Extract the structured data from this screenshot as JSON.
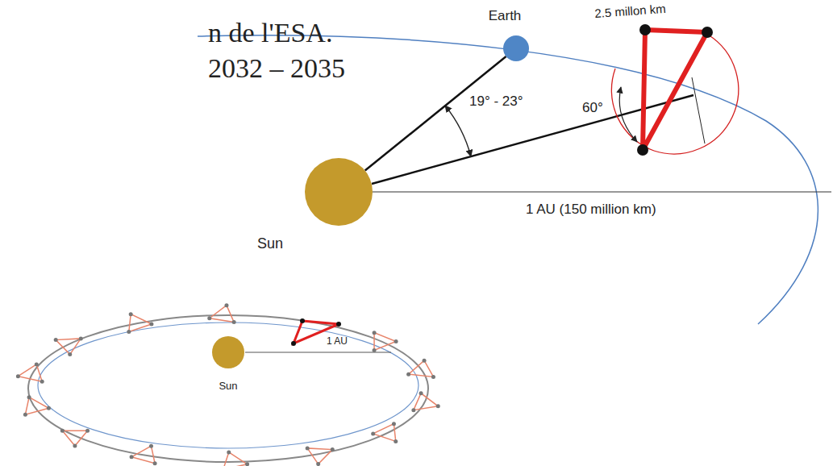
{
  "diagram": {
    "nodes": [
      {
        "text": [
          "Earth"
        ]
      },
      {
        "text": [
          "Sun"
        ]
      },
      {
        "text": [
          "Sun"
        ]
      }
    ],
    "edges": [
      {
        "from": 1,
        "to": 0,
        "arrow": "none"
      }
    ],
    "labels": [
      "n de l'ESA.",
      "2032 – 2035",
      "2.5 millon km",
      "19° - 23°",
      "60°",
      "1 AU (150 million km)",
      "1 AU"
    ]
  }
}
